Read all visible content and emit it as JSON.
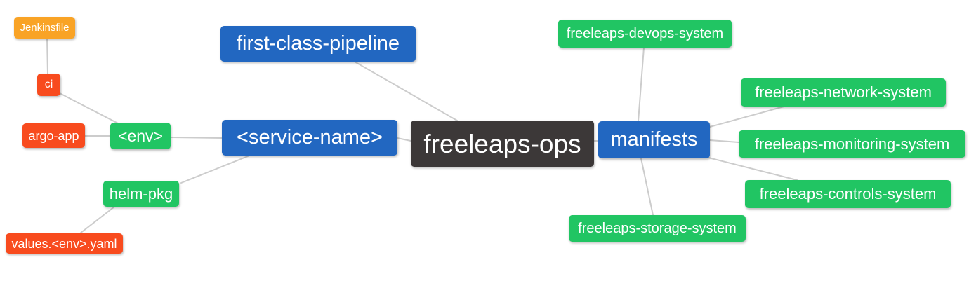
{
  "diagram": {
    "type": "mindmap",
    "background": "#ffffff",
    "edge_color": "#cccccc",
    "text_color": "#ffffff",
    "palette": {
      "root": "#3c3838",
      "branch_blue": "#2267c1",
      "leaf_green": "#21c563",
      "leaf_red": "#f84b1e",
      "leaf_orange": "#f9a326"
    },
    "nodes": [
      {
        "id": "freeleaps-ops",
        "label": "freeleaps-ops",
        "color": "#3c3838"
      },
      {
        "id": "first-class-pipeline",
        "label": "first-class-pipeline",
        "color": "#2267c1"
      },
      {
        "id": "service-name",
        "label": "<service-name>",
        "color": "#2267c1"
      },
      {
        "id": "manifests",
        "label": "manifests",
        "color": "#2267c1"
      },
      {
        "id": "env",
        "label": "<env>",
        "color": "#21c563"
      },
      {
        "id": "helm-pkg",
        "label": "helm-pkg",
        "color": "#21c563"
      },
      {
        "id": "jenkinsfile",
        "label": "Jenkinsfile",
        "color": "#f9a326"
      },
      {
        "id": "ci",
        "label": "ci",
        "color": "#f84b1e"
      },
      {
        "id": "argo-app",
        "label": "argo-app",
        "color": "#f84b1e"
      },
      {
        "id": "values-env-yaml",
        "label": "values.<env>.yaml",
        "color": "#f84b1e"
      },
      {
        "id": "devops-system",
        "label": "freeleaps-devops-system",
        "color": "#21c563"
      },
      {
        "id": "network-system",
        "label": "freeleaps-network-system",
        "color": "#21c563"
      },
      {
        "id": "monitoring-system",
        "label": "freeleaps-monitoring-system",
        "color": "#21c563"
      },
      {
        "id": "controls-system",
        "label": "freeleaps-controls-system",
        "color": "#21c563"
      },
      {
        "id": "storage-system",
        "label": "freeleaps-storage-system",
        "color": "#21c563"
      }
    ],
    "edges": [
      {
        "from": "jenkinsfile",
        "to": "ci"
      },
      {
        "from": "ci",
        "to": "env"
      },
      {
        "from": "argo-app",
        "to": "env"
      },
      {
        "from": "env",
        "to": "service-name"
      },
      {
        "from": "helm-pkg",
        "to": "service-name"
      },
      {
        "from": "helm-pkg",
        "to": "values-env-yaml"
      },
      {
        "from": "service-name",
        "to": "freeleaps-ops"
      },
      {
        "from": "first-class-pipeline",
        "to": "freeleaps-ops"
      },
      {
        "from": "freeleaps-ops",
        "to": "manifests"
      },
      {
        "from": "manifests",
        "to": "devops-system"
      },
      {
        "from": "manifests",
        "to": "network-system"
      },
      {
        "from": "manifests",
        "to": "monitoring-system"
      },
      {
        "from": "manifests",
        "to": "controls-system"
      },
      {
        "from": "manifests",
        "to": "storage-system"
      }
    ]
  }
}
